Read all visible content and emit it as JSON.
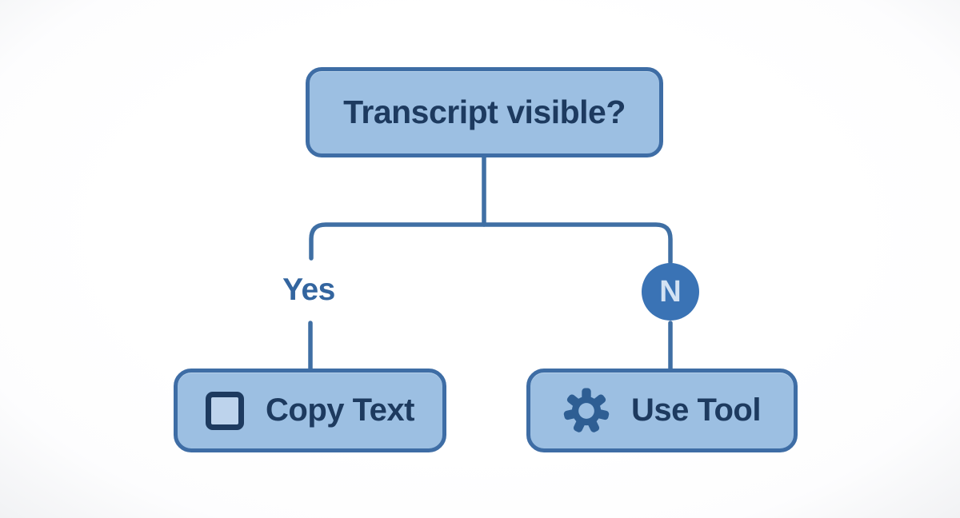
{
  "diagram": {
    "root_label": "Transcript visible?",
    "yes_label": "Yes",
    "no_label": "N",
    "copy_label": "Copy Text",
    "tool_label": "Use Tool",
    "icons": {
      "copy": "square-outline-icon",
      "tool": "gear-icon"
    },
    "colors": {
      "node_fill": "#9cbfe2",
      "node_border": "#3e6da5",
      "connector": "#3f6fa4",
      "label_dark": "#1d3a5f",
      "branch_label_blue": "#33659f",
      "badge_fill": "#3a73b5",
      "badge_letter": "#d3e2f3",
      "gear_blue": "#2e5e93",
      "icon_box_fill": "#bdd3ec",
      "background": "#fdfdfe"
    }
  }
}
